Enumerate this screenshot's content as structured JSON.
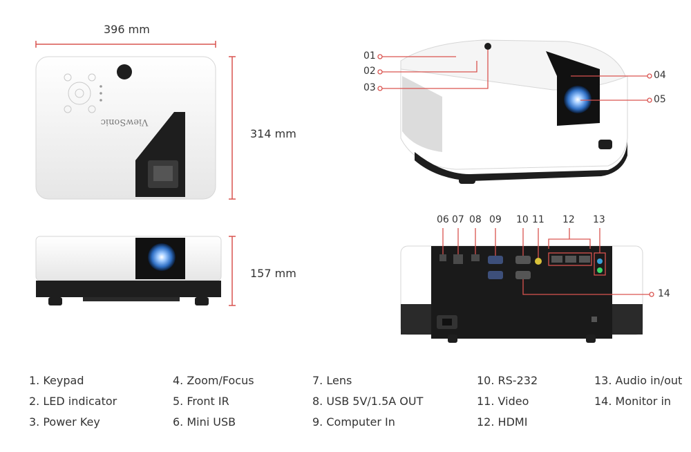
{
  "colors": {
    "dimension_line": "#d9534f",
    "callout_line": "#d9534f",
    "text": "#333333",
    "projector_body": "#f2f2f2",
    "projector_dark": "#1e1e1e",
    "lens_glow": "#4a8fe0"
  },
  "dimensions": {
    "width": "396 mm",
    "depth": "314 mm",
    "height": "157 mm"
  },
  "callouts": {
    "c01": "01",
    "c02": "02",
    "c03": "03",
    "c04": "04",
    "c05": "05",
    "c06": "06",
    "c07": "07",
    "c08": "08",
    "c09": "09",
    "c10": "10",
    "c11": "11",
    "c12": "12",
    "c13": "13",
    "c14": "14"
  },
  "logo_text": "ViewSonic",
  "legend": [
    "1. Keypad",
    "2. LED indicator",
    "3. Power Key",
    "4. Zoom/Focus",
    "5. Front IR",
    "6. Mini USB",
    "7. Lens",
    "8. USB 5V/1.5A OUT",
    "9. Computer In",
    "10. RS-232",
    "11. Video",
    "12. HDMI",
    "13. Audio in/out",
    "14. Monitor in"
  ]
}
